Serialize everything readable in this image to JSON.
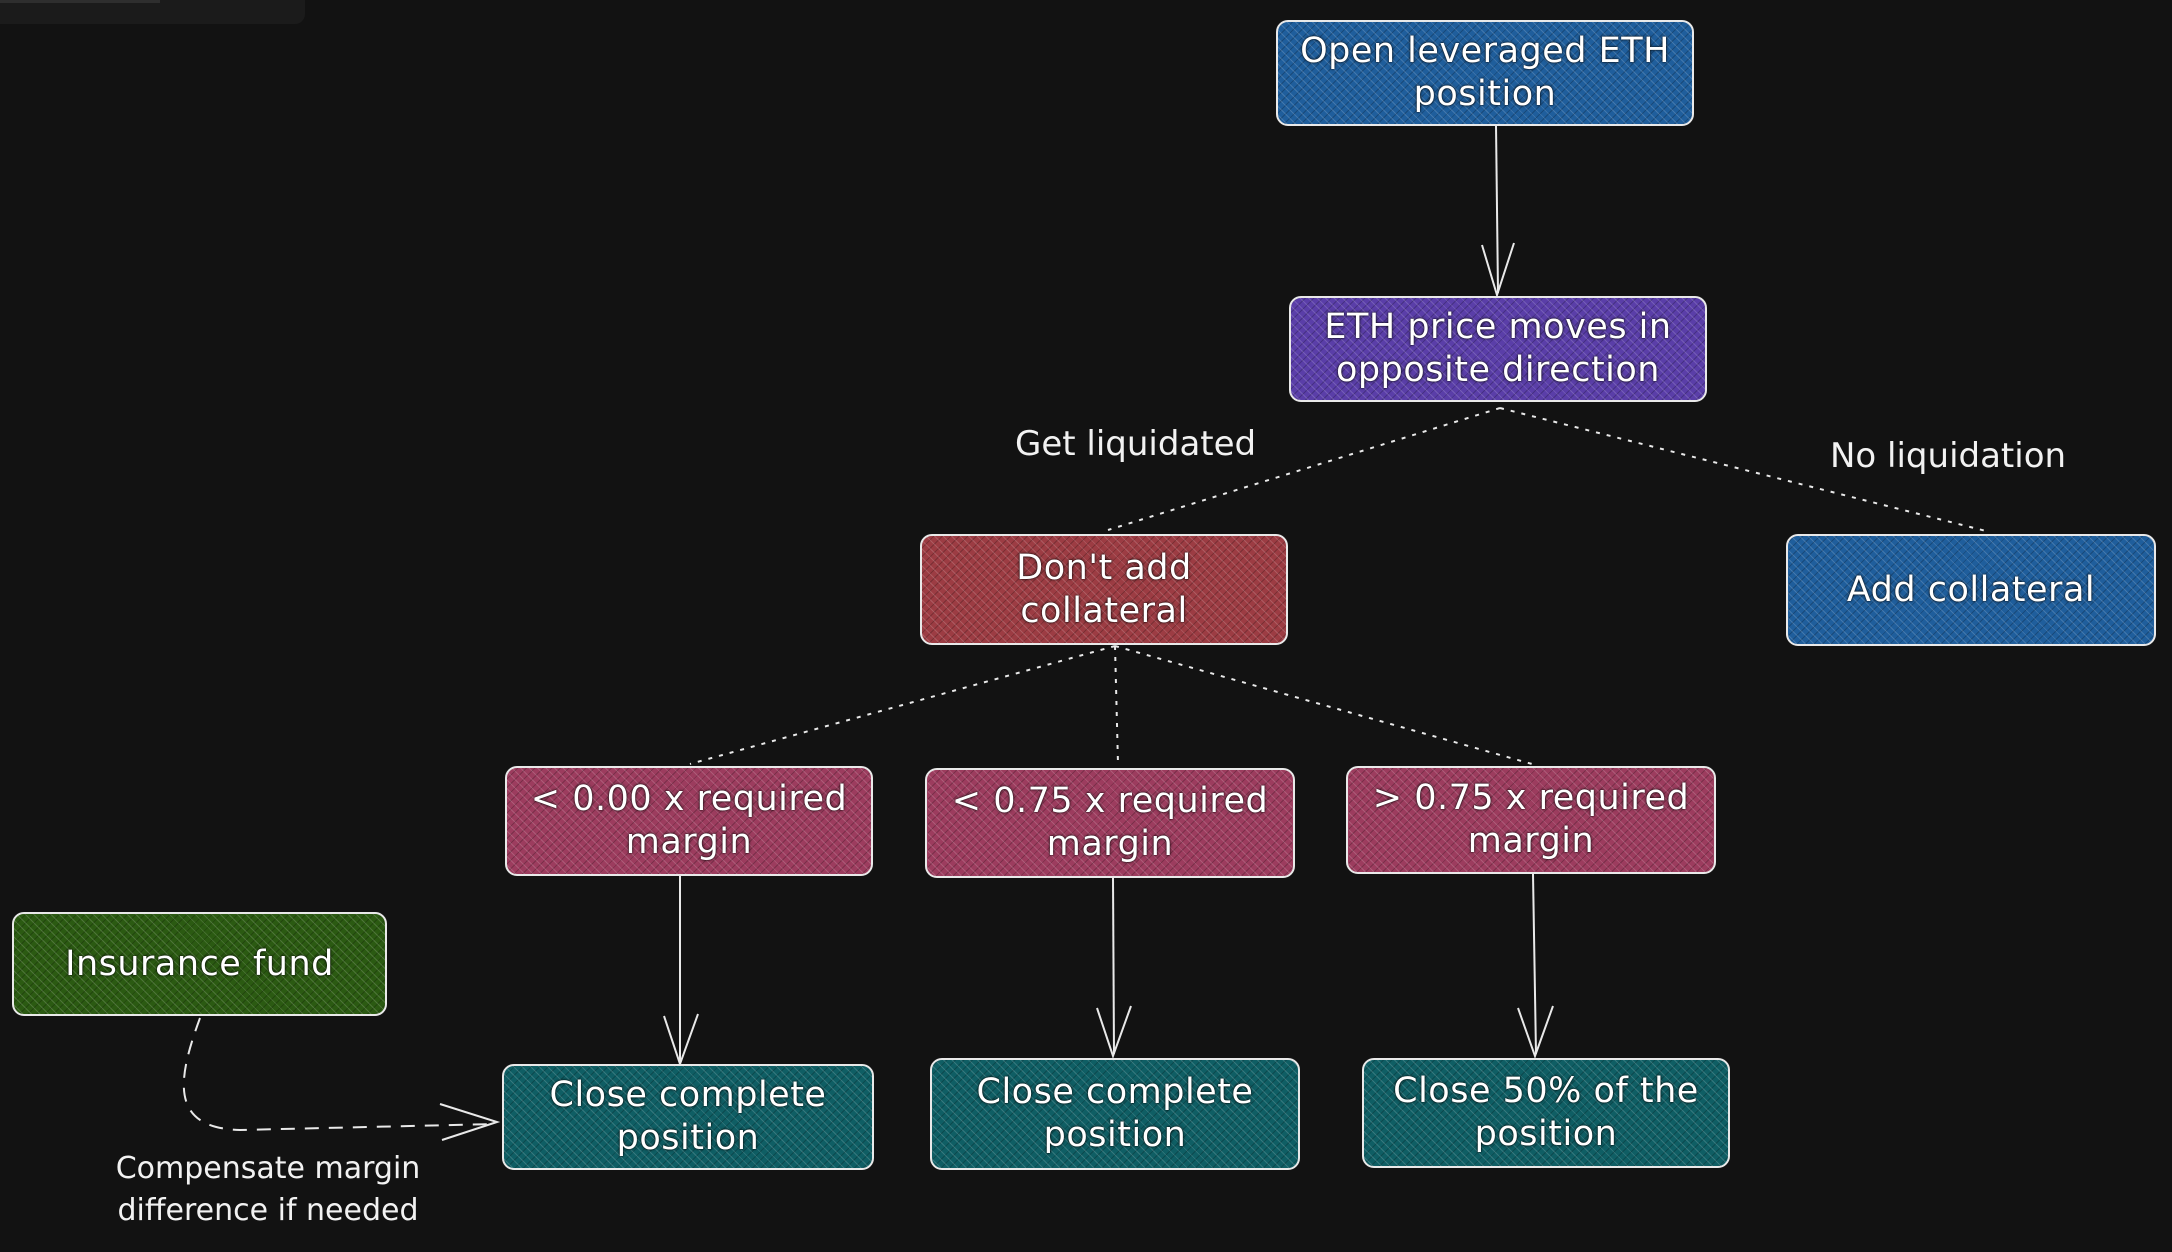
{
  "colors": {
    "background": "#121212",
    "blue": "#1f5e9c",
    "purple": "#5a3ea8",
    "red": "#9c3c43",
    "pink": "#9c3c5e",
    "teal": "#0f5e64",
    "green": "#2b5a12",
    "stroke": "#e9e9e9"
  },
  "nodes": {
    "open_position": "Open leveraged ETH position",
    "price_moves": "ETH price moves in opposite direction",
    "dont_add_collateral": "Don't add collateral",
    "add_collateral": "Add collateral",
    "below_zero": "< 0.00 x required margin",
    "below_075": "< 0.75 x required margin",
    "above_075": "> 0.75 x required margin",
    "insurance_fund": "Insurance fund",
    "close_complete_1": "Close complete position",
    "close_complete_2": "Close complete position",
    "close_half": "Close 50% of the position"
  },
  "labels": {
    "get_liquidated": "Get liquidated",
    "no_liquidation": "No liquidation",
    "compensate": "Compensate margin difference if needed"
  }
}
